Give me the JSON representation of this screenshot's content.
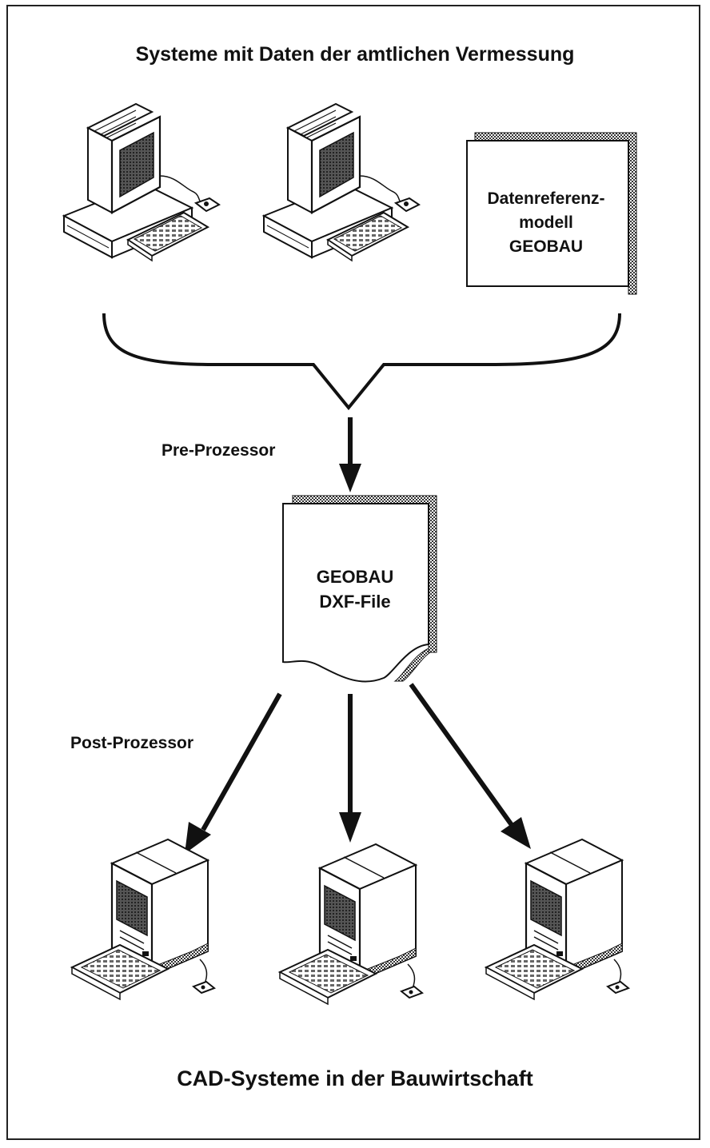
{
  "diagram": {
    "top_title": "Systeme mit Daten der amtlichen Vermessung",
    "bottom_title": "CAD-Systeme in der Bauwirtschaft",
    "reference_model": {
      "line1": "Datenreferenz-",
      "line2": "modell",
      "line3": "GEOBAU"
    },
    "dxf_file": {
      "line1": "GEOBAU",
      "line2": "DXF-File"
    },
    "pre_processor_label": "Pre-Prozessor",
    "post_processor_label": "Post-Prozessor",
    "source_systems": [
      "workstation",
      "workstation"
    ],
    "target_systems": [
      "cad-computer",
      "cad-computer",
      "cad-computer"
    ]
  }
}
